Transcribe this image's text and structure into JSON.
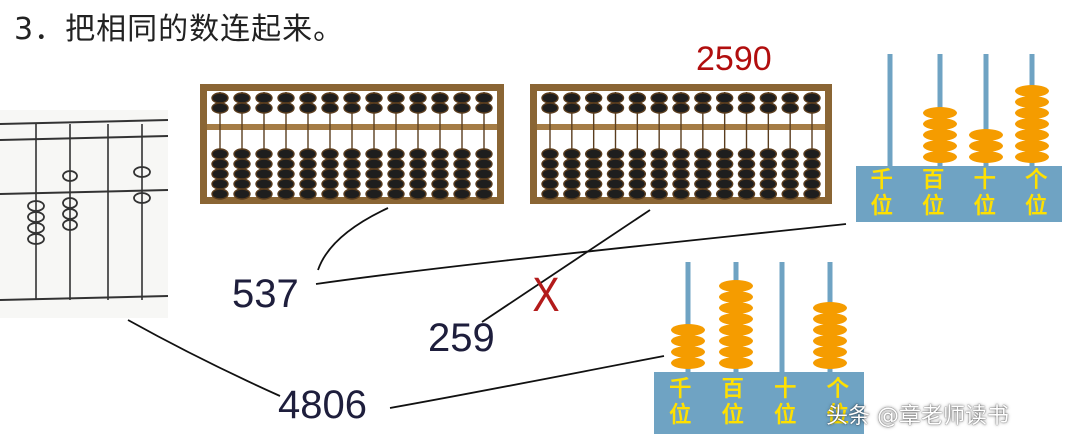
{
  "question": {
    "title": "3．把相同的数连起来。"
  },
  "numbers": {
    "n1": "537",
    "n2": "259",
    "n3": "4806"
  },
  "answer_note": "2590",
  "cross_mark": "X",
  "place_labels": [
    "千位",
    "百位",
    "十位",
    "个位"
  ],
  "place_labels_2": [
    "千位",
    "百位",
    "十位",
    "个位"
  ],
  "watermark": "头条 @章老师读书",
  "colors": {
    "bead_orange": "#f59c00",
    "place_box": "#6fa3c3",
    "place_text": "#ffe000",
    "rod": "#6fa3c3",
    "abacus_frame": "#8a6534",
    "answer_red": "#b10e0e"
  }
}
